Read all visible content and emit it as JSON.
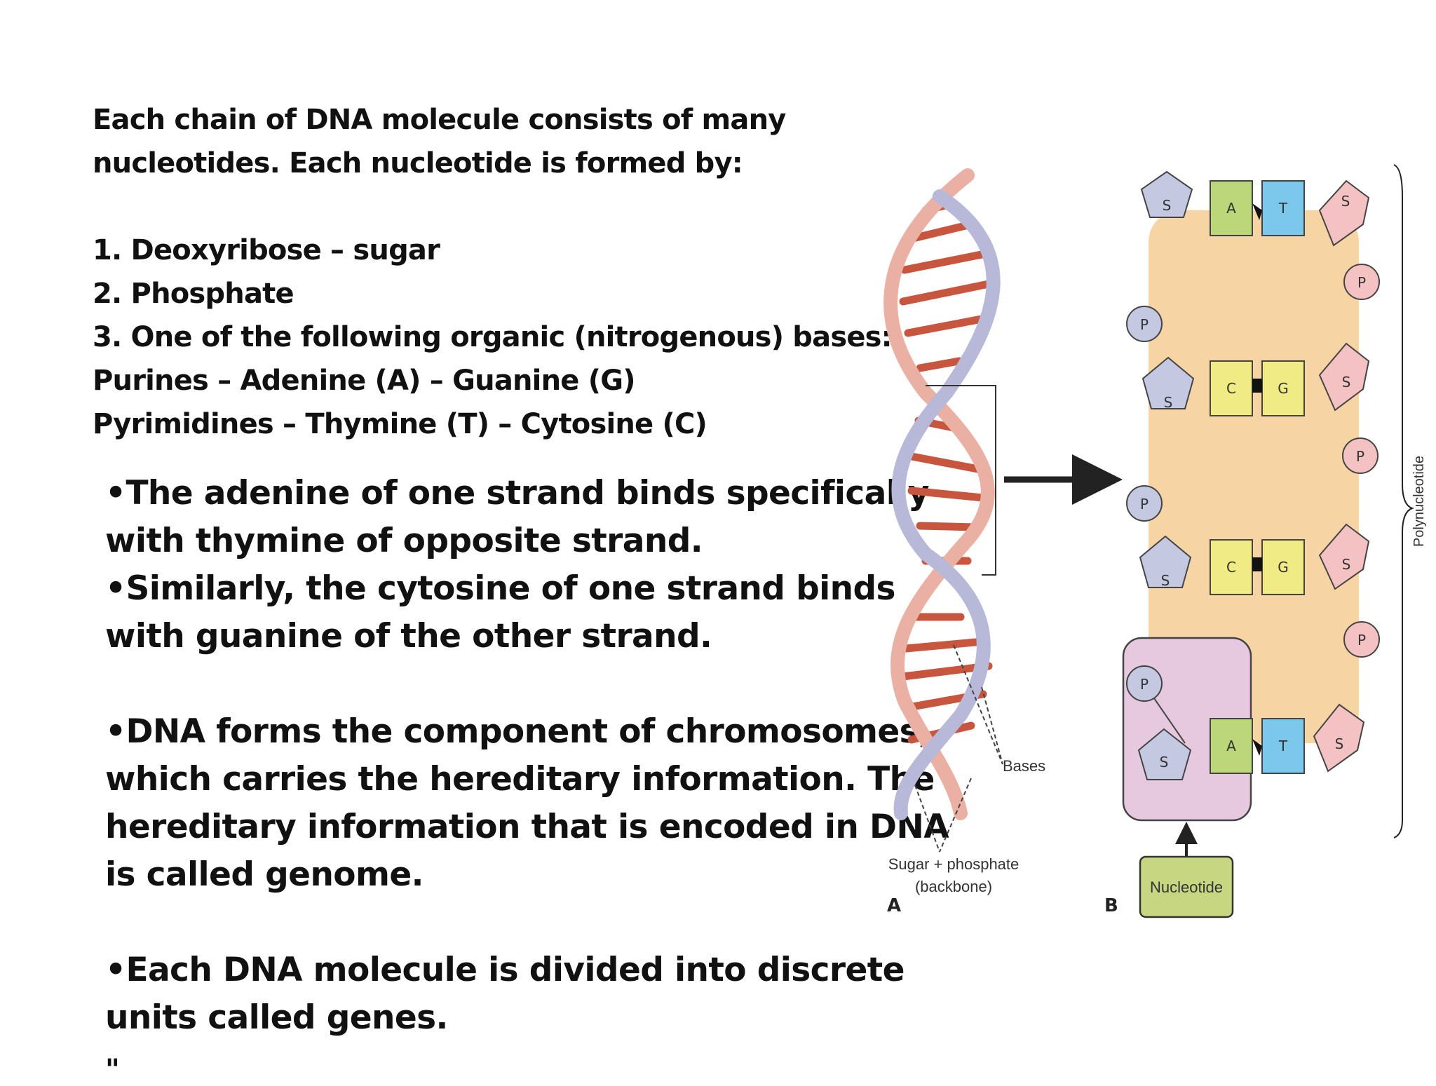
{
  "intro": {
    "line1": "Each chain of DNA molecule consists of many",
    "line2": "nucleotides. Each nucleotide is formed by:",
    "item1": "1. Deoxyribose – sugar",
    "item2": "2. Phosphate",
    "item3": "3. One of the following organic (nitrogenous) bases:",
    "purines": "Purines – Adenine (A) – Guanine (G)",
    "pyrimidines": "Pyrimidines – Thymine (T) – Cytosine (C)"
  },
  "bullets": {
    "b1_line1": "•The adenine of one strand binds specifically",
    "b1_line2": "with thymine of opposite strand.",
    "b2_line1": "•Similarly, the cytosine of one strand binds",
    "b2_line2": "with guanine of the other strand.",
    "b3_line1": "•DNA forms the component of chromosomes,",
    "b3_line2": "which carries the hereditary information. The",
    "b3_line3": "hereditary information that is encoded in DNA",
    "b3_line4": "is called genome.",
    "b4_line1": "•Each DNA molecule is divided into discrete",
    "b4_line2": "units called genes."
  },
  "stray_mark": "\"",
  "figure": {
    "label_a": "A",
    "label_b": "B",
    "bases_label": "Bases",
    "backbone_label_1": "Sugar + phosphate",
    "backbone_label_2": "(backbone)",
    "nucleotide_label": "Nucleotide",
    "polynucleotide_label": "Polynucleotide",
    "sugar": "S",
    "phosphate": "P",
    "pair1_left": "A",
    "pair1_right": "T",
    "pair2_left": "C",
    "pair2_right": "G",
    "pair3_left": "C",
    "pair3_right": "G",
    "pair4_left": "A",
    "pair4_right": "T",
    "colors": {
      "strand_pink": "#ebb0a4",
      "strand_blue": "#b8b8d8",
      "rung_red": "#c8553d",
      "backbone_bg": "#f7d4a3",
      "sugar_blue": "#c4c8e0",
      "sugar_pink": "#f4c2c2",
      "base_green": "#bcd67a",
      "base_blue": "#7cc8ec",
      "base_yellow": "#f0eb84",
      "nucleotide_purple": "#e6c8df",
      "nucleotide_box": "#c7d681"
    }
  }
}
